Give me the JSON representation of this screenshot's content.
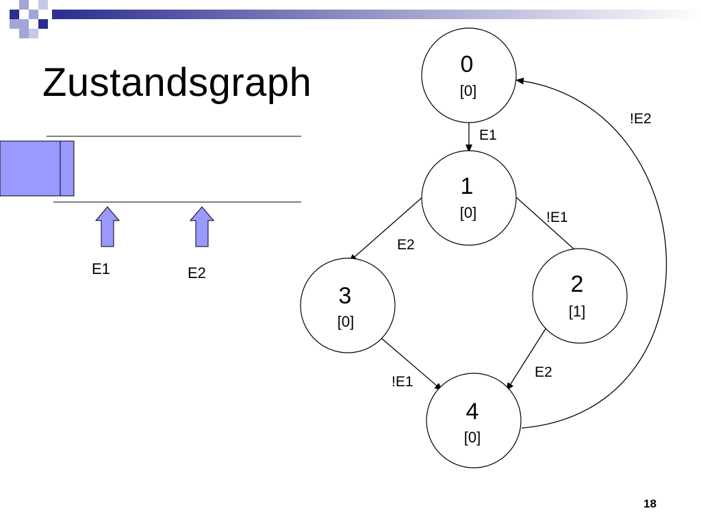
{
  "slide": {
    "title": "Zustandsgraph",
    "page_number": "18",
    "accent_color": "#2b2d8f",
    "light_color": "#a3a5d6",
    "box_color": "#9999ff"
  },
  "sensors": [
    {
      "label": "E1"
    },
    {
      "label": "E2"
    }
  ],
  "graph": {
    "nodes": [
      {
        "id": "0",
        "name": "0",
        "output": "[0]"
      },
      {
        "id": "1",
        "name": "1",
        "output": "[0]"
      },
      {
        "id": "2",
        "name": "2",
        "output": "[1]"
      },
      {
        "id": "3",
        "name": "3",
        "output": "[0]"
      },
      {
        "id": "4",
        "name": "4",
        "output": "[0]"
      }
    ],
    "edges": [
      {
        "from": "0",
        "to": "1",
        "label": "E1"
      },
      {
        "from": "1",
        "to": "3",
        "label": "E2"
      },
      {
        "from": "1",
        "to": "2",
        "label": "!E1"
      },
      {
        "from": "3",
        "to": "4",
        "label": "!E1"
      },
      {
        "from": "2",
        "to": "4",
        "label": "E2"
      },
      {
        "from": "4",
        "to": "0",
        "label": "!E2"
      }
    ]
  }
}
